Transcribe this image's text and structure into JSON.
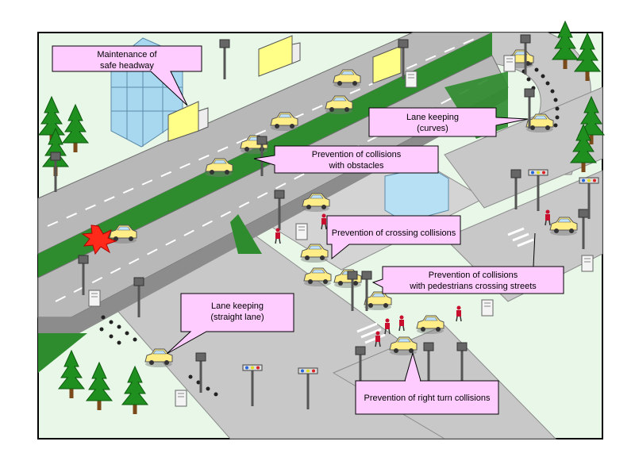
{
  "callouts": {
    "headway": {
      "line1": "Maintenance of",
      "line2": "safe headway"
    },
    "lane_curves": {
      "line1": "Lane keeping",
      "line2": "(curves)"
    },
    "obstacles": {
      "line1": "Prevention of collisions",
      "line2": "with obstacles"
    },
    "crossing": {
      "line1": "Prevention of crossing collisions"
    },
    "pedestrians": {
      "line1": "Prevention of collisions",
      "line2": "with pedestrians crossing streets"
    },
    "lane_straight": {
      "line1": "Lane keeping",
      "line2": "(straight lane)"
    },
    "right_turn": {
      "line1": "Prevention of right turn collisions"
    }
  },
  "colors": {
    "ground": "#e8f7e8",
    "road": "#c8c8c8",
    "road_edge": "#8c8c8c",
    "median": "#2e8b2e",
    "callout_fill": "#ffccff",
    "car": "#ffee88",
    "truck": "#ffff88",
    "tree": "#1f8f1f",
    "building": "#a8d8f0"
  },
  "icons": {
    "collision": "collision-burst-icon",
    "car": "car-icon",
    "truck": "truck-icon",
    "tree": "tree-icon",
    "sensor": "roadside-sensor-icon",
    "signal": "traffic-signal-icon"
  }
}
